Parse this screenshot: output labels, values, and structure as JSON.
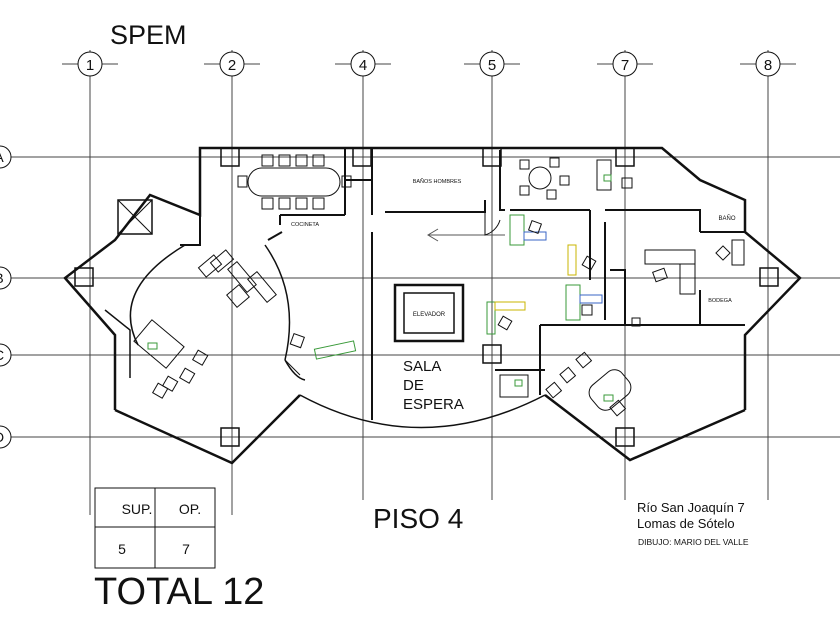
{
  "title": "SPEM",
  "floor_label": "PISO 4",
  "grid": {
    "columns": [
      "1",
      "2",
      "4",
      "5",
      "7",
      "8"
    ],
    "rows": [
      "A",
      "B",
      "C",
      "D"
    ]
  },
  "rooms": {
    "banos_hombres": "BAÑOS HOMBRES",
    "cocineta": "COCINETA",
    "elevador": "ELEVADOR",
    "sala_line1": "SALA",
    "sala_line2": "DE",
    "sala_line3": "ESPERA",
    "bano": "BAÑO",
    "bodega": "BODEGA"
  },
  "table": {
    "headers": [
      "SUP.",
      "OP."
    ],
    "values": [
      "5",
      "7"
    ]
  },
  "total": "TOTAL 12",
  "address": {
    "line1": "Río San Joaquín 7",
    "line2": "Lomas de Sótelo",
    "credit": "DIBUJO: MARIO DEL VALLE"
  },
  "colors": {
    "ink": "#111111",
    "desk_green": "#3a9a3a",
    "desk_blue": "#3a66c4",
    "desk_yellow": "#c8b400"
  }
}
